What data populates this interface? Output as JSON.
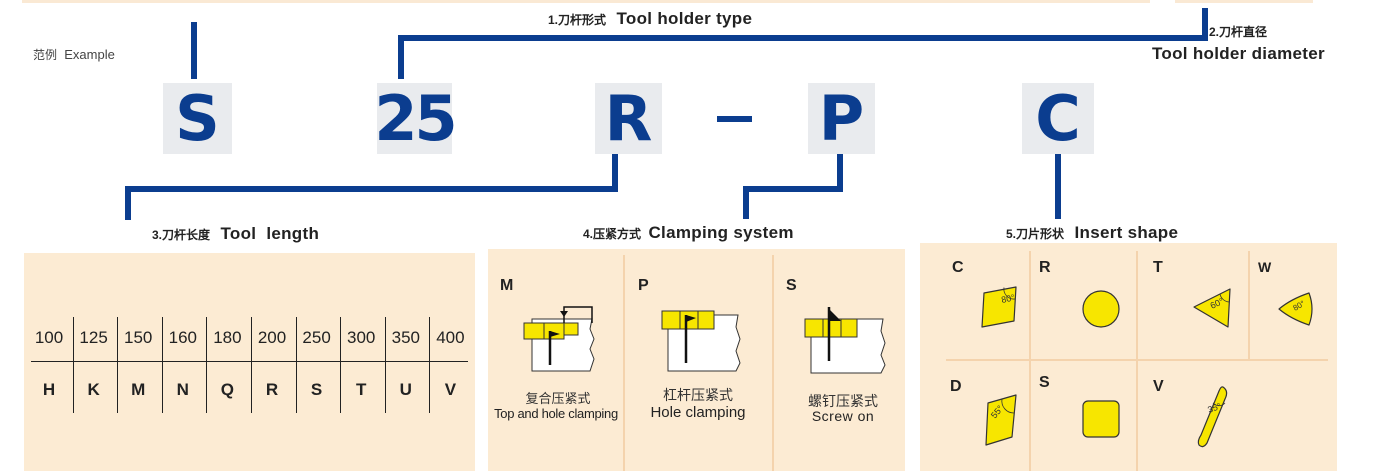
{
  "example_label": {
    "cn": "范例",
    "en": "Example"
  },
  "code_letters": [
    "S",
    "25",
    "R",
    "P",
    "C"
  ],
  "separator": "–",
  "sections": {
    "holder_type": {
      "num": "1.",
      "cn": "刀杆形式",
      "en": "Tool holder type"
    },
    "holder_diameter": {
      "num": "2.",
      "cn": "刀杆直径",
      "en": "Tool holder diameter"
    },
    "tool_length": {
      "num": "3.",
      "cn": "刀杆长度",
      "en": "Tool  length"
    },
    "clamping": {
      "num": "4.",
      "cn": "压紧方式",
      "en": "Clamping system"
    },
    "insert_shape": {
      "num": "5.",
      "cn": "刀片形状",
      "en": "Insert shape"
    }
  },
  "lengths": [
    {
      "value": "100",
      "code": "H"
    },
    {
      "value": "125",
      "code": "K"
    },
    {
      "value": "150",
      "code": "M"
    },
    {
      "value": "160",
      "code": "N"
    },
    {
      "value": "180",
      "code": "Q"
    },
    {
      "value": "200",
      "code": "R"
    },
    {
      "value": "250",
      "code": "S"
    },
    {
      "value": "300",
      "code": "T"
    },
    {
      "value": "350",
      "code": "U"
    },
    {
      "value": "400",
      "code": "V"
    }
  ],
  "clamping_types": [
    {
      "code": "M",
      "cn": "复合压紧式",
      "en": "Top and hole clamping"
    },
    {
      "code": "P",
      "cn": "杠杆压紧式",
      "en": "Hole clamping"
    },
    {
      "code": "S",
      "cn": "螺钉压紧式",
      "en": "Screw on"
    }
  ],
  "insert_shapes": [
    {
      "code": "C",
      "angle": "80°"
    },
    {
      "code": "R",
      "angle": ""
    },
    {
      "code": "T",
      "angle": "60°"
    },
    {
      "code": "W",
      "angle": "80°"
    },
    {
      "code": "D",
      "angle": "55°"
    },
    {
      "code": "S",
      "angle": ""
    },
    {
      "code": "V",
      "angle": "35°"
    }
  ],
  "colors": {
    "brand_blue": "#0b3d8f",
    "panel_bg": "#fcebd3",
    "insert_yellow": "#f7e600",
    "letter_bg": "#e9ebee"
  }
}
